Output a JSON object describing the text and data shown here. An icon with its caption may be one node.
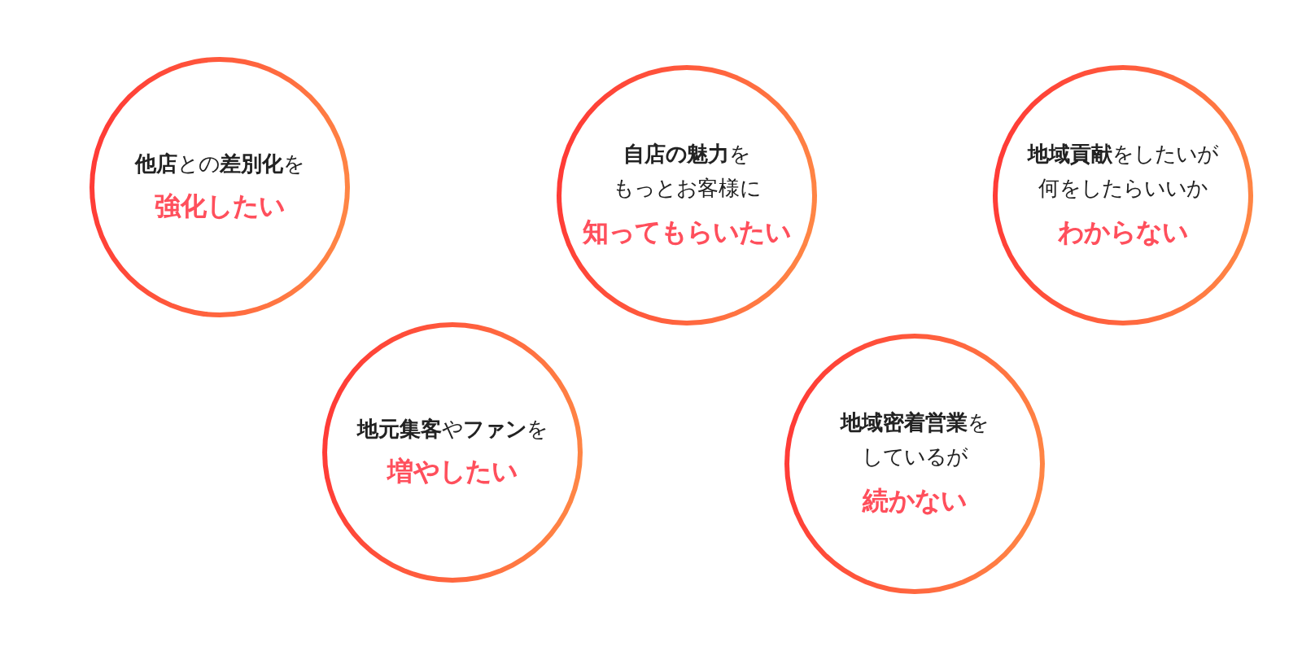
{
  "diagram": {
    "nodes": [
      {
        "text": [
          "**他店**との**差別化**を",
          "強化したい"
        ]
      },
      {
        "text": [
          "**自店の魅力**を",
          "もっとお客様に",
          "知ってもらいたい"
        ]
      },
      {
        "text": [
          "**地域貢献**をしたいが",
          "何をしたらいいか",
          "わからない"
        ]
      },
      {
        "text": [
          "**地元集客**や**ファン**を",
          "増やしたい"
        ]
      },
      {
        "text": [
          "**地域密着営業**を",
          "しているが",
          "続かない"
        ]
      }
    ]
  }
}
